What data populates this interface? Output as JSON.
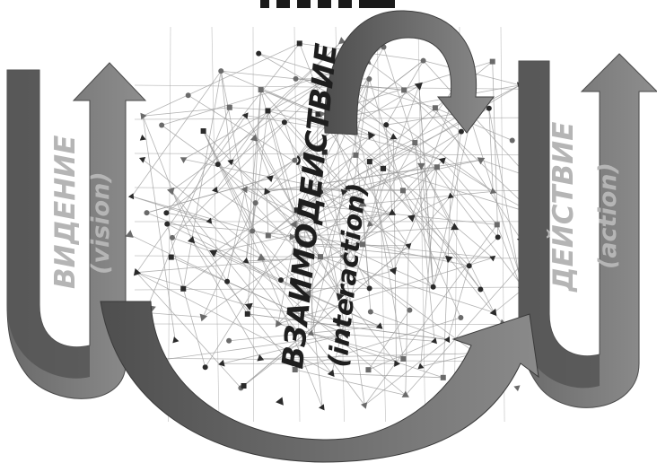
{
  "labels": {
    "vision_ru": "ВИДЕНИЕ",
    "vision_en": "(vision)",
    "action_ru": "ДЕЙСТВИЕ",
    "action_en": "(action)",
    "interaction_ru": "ВЗАИМОДЕЙСТВИЕ",
    "interaction_en": "(interaction)"
  },
  "colors": {
    "arrow_dark": "#5a5a5a",
    "arrow_light": "#8a8a8a",
    "network_line": "#9a9a9a",
    "network_node": "#2a2a2a",
    "label_light": "#b5b5b5",
    "label_dark": "#1e1e1e",
    "background": "#ffffff"
  }
}
